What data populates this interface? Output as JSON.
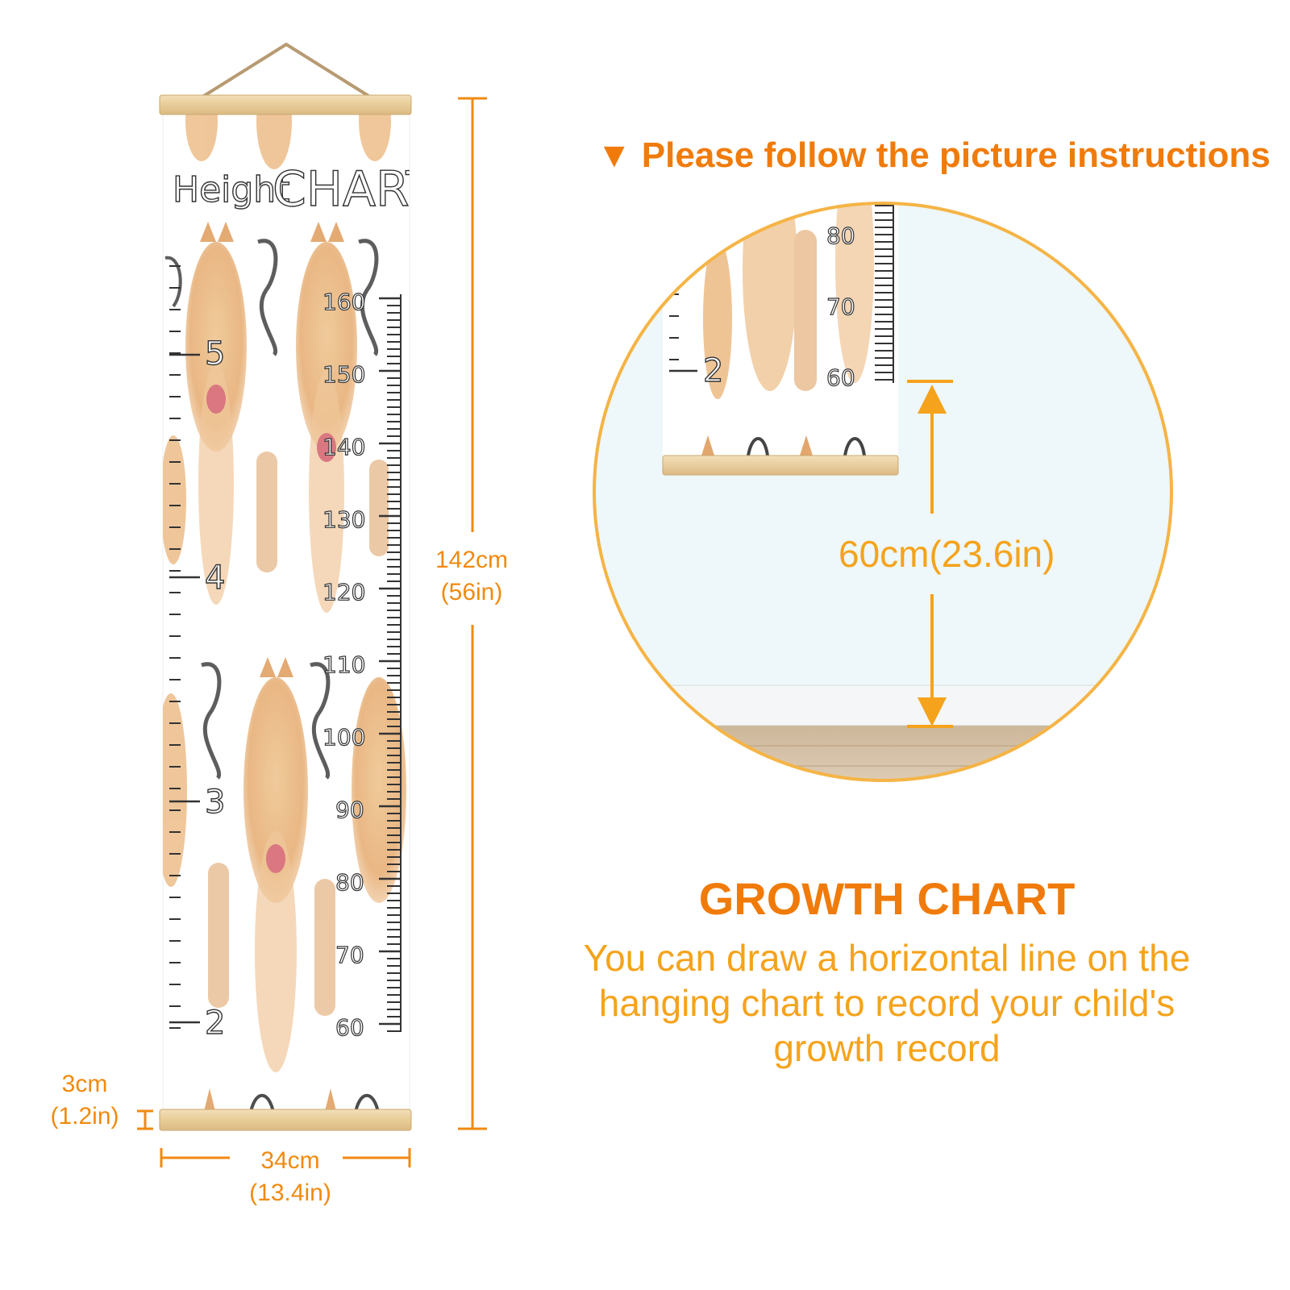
{
  "chart_title": {
    "word1": "Height",
    "word2": "CHART"
  },
  "ruler_cm_labels": [
    "160",
    "150",
    "140",
    "130",
    "120",
    "110",
    "100",
    "90",
    "80",
    "70",
    "60"
  ],
  "ruler_ft_labels": [
    "5",
    "4",
    "3",
    "2"
  ],
  "dims": {
    "height_cm": "142cm",
    "height_in": "(56in)",
    "width_cm": "34cm",
    "width_in": "(13.4in)",
    "bottom_cm": "3cm",
    "bottom_in": "(1.2in)"
  },
  "instructions": "▼ Please follow the picture instructions",
  "inset": {
    "cm_labels": [
      "80",
      "70",
      "60"
    ],
    "ft_label": "2",
    "distance": "60cm(23.6in)"
  },
  "growth": {
    "title": "GROWTH CHART",
    "description": "You can draw a horizontal line on the hanging chart to record your child's growth record"
  },
  "colors": {
    "accent": "#f08a10",
    "light_accent": "#f5a31c",
    "wood": "#ecd3a6",
    "dog_fur": "#e9b781"
  }
}
